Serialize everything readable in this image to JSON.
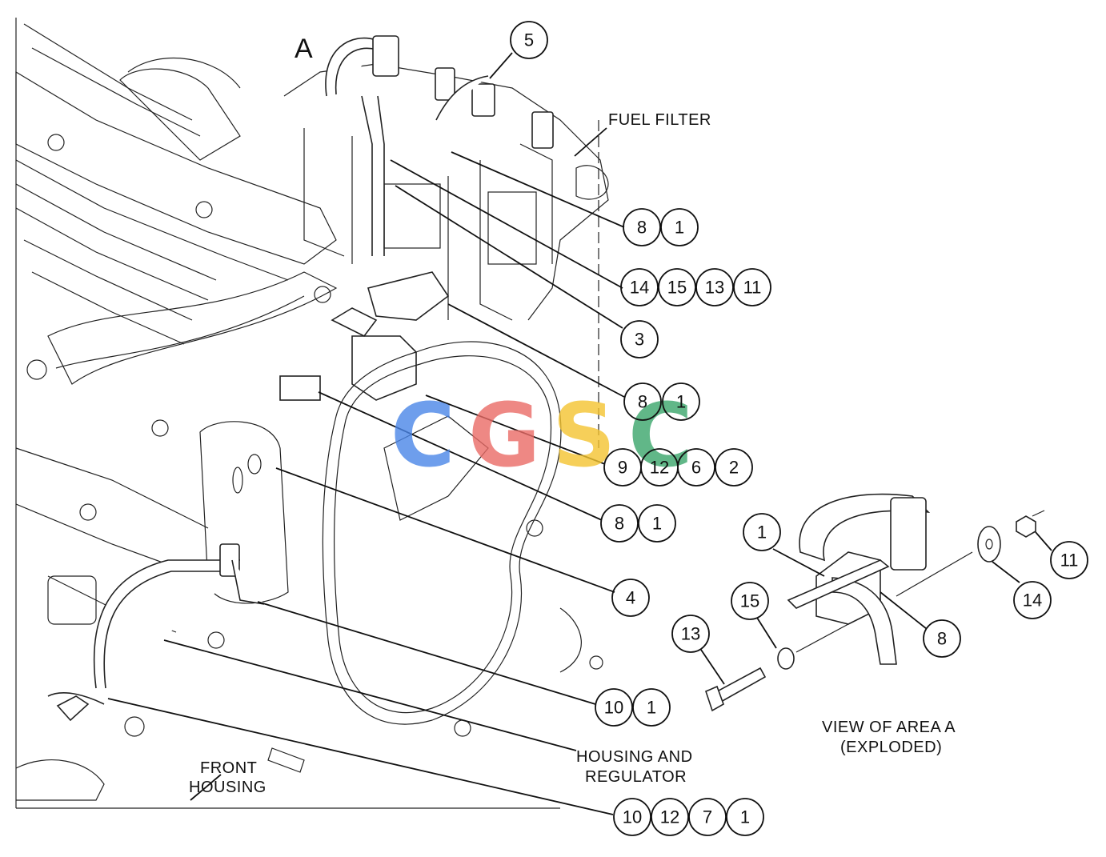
{
  "labels": {
    "area_marker": "A",
    "fuel_filter": "FUEL FILTER",
    "housing_regulator_line1": "HOUSING AND",
    "housing_regulator_line2": "REGULATOR",
    "front_housing_line1": "FRONT",
    "front_housing_line2": "HOUSING",
    "view_line1": "VIEW OF AREA  A",
    "view_line2": "(EXPLODED)"
  },
  "callout_groups": [
    {
      "id": "grp-5",
      "numbers": [
        "5"
      ]
    },
    {
      "id": "grp-8-1-top",
      "numbers": [
        "8",
        "1"
      ]
    },
    {
      "id": "grp-14-15-13-11",
      "numbers": [
        "14",
        "15",
        "13",
        "11"
      ]
    },
    {
      "id": "grp-3",
      "numbers": [
        "3"
      ]
    },
    {
      "id": "grp-8-1-mid",
      "numbers": [
        "8",
        "1"
      ]
    },
    {
      "id": "grp-9-12-6-2",
      "numbers": [
        "9",
        "12",
        "6",
        "2"
      ]
    },
    {
      "id": "grp-8-1-low",
      "numbers": [
        "8",
        "1"
      ]
    },
    {
      "id": "grp-4",
      "numbers": [
        "4"
      ]
    },
    {
      "id": "grp-10-1",
      "numbers": [
        "10",
        "1"
      ]
    },
    {
      "id": "grp-10-12-7-1",
      "numbers": [
        "10",
        "12",
        "7",
        "1"
      ]
    }
  ],
  "exploded_callouts": [
    "1",
    "15",
    "13",
    "8",
    "14",
    "11"
  ],
  "watermark": "CGSC",
  "colors": {
    "line": "#111111",
    "watermark_blue": "#4a86e8",
    "watermark_red": "#ea6b66",
    "watermark_yellow": "#f4c430",
    "watermark_green": "#3aa66b"
  }
}
